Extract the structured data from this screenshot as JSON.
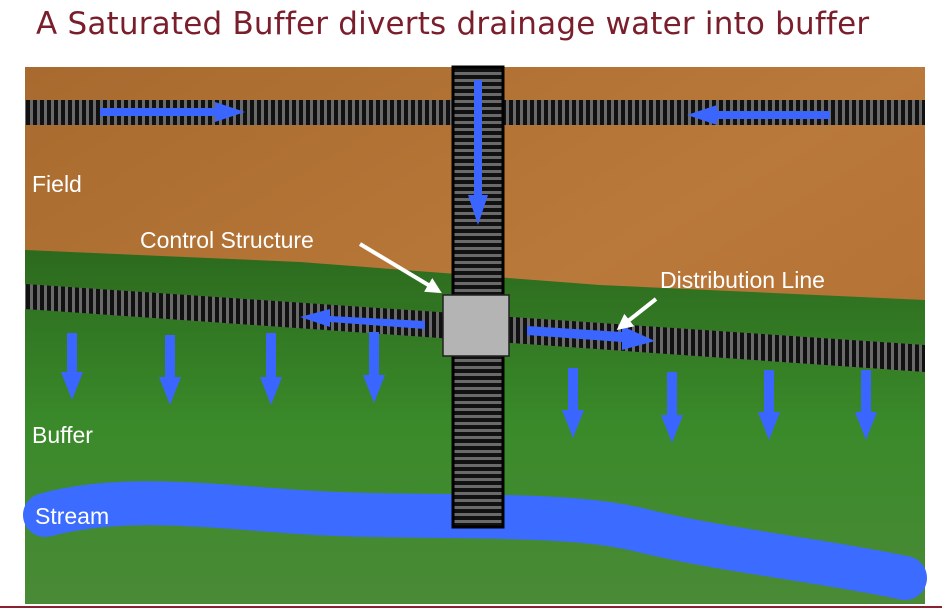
{
  "title": "A Saturated Buffer diverts drainage water into buffer",
  "labels": {
    "field": "Field",
    "control_structure": "Control Structure",
    "distribution_line": "Distribution Line",
    "buffer": "Buffer",
    "stream": "Stream"
  },
  "colors": {
    "title": "#7a1e2c",
    "arrow": "#3a66ff",
    "stream": "#3b6cff",
    "field": "#b0702c",
    "buffer": "#2e7a22",
    "control_box": "#b4b4b4"
  }
}
